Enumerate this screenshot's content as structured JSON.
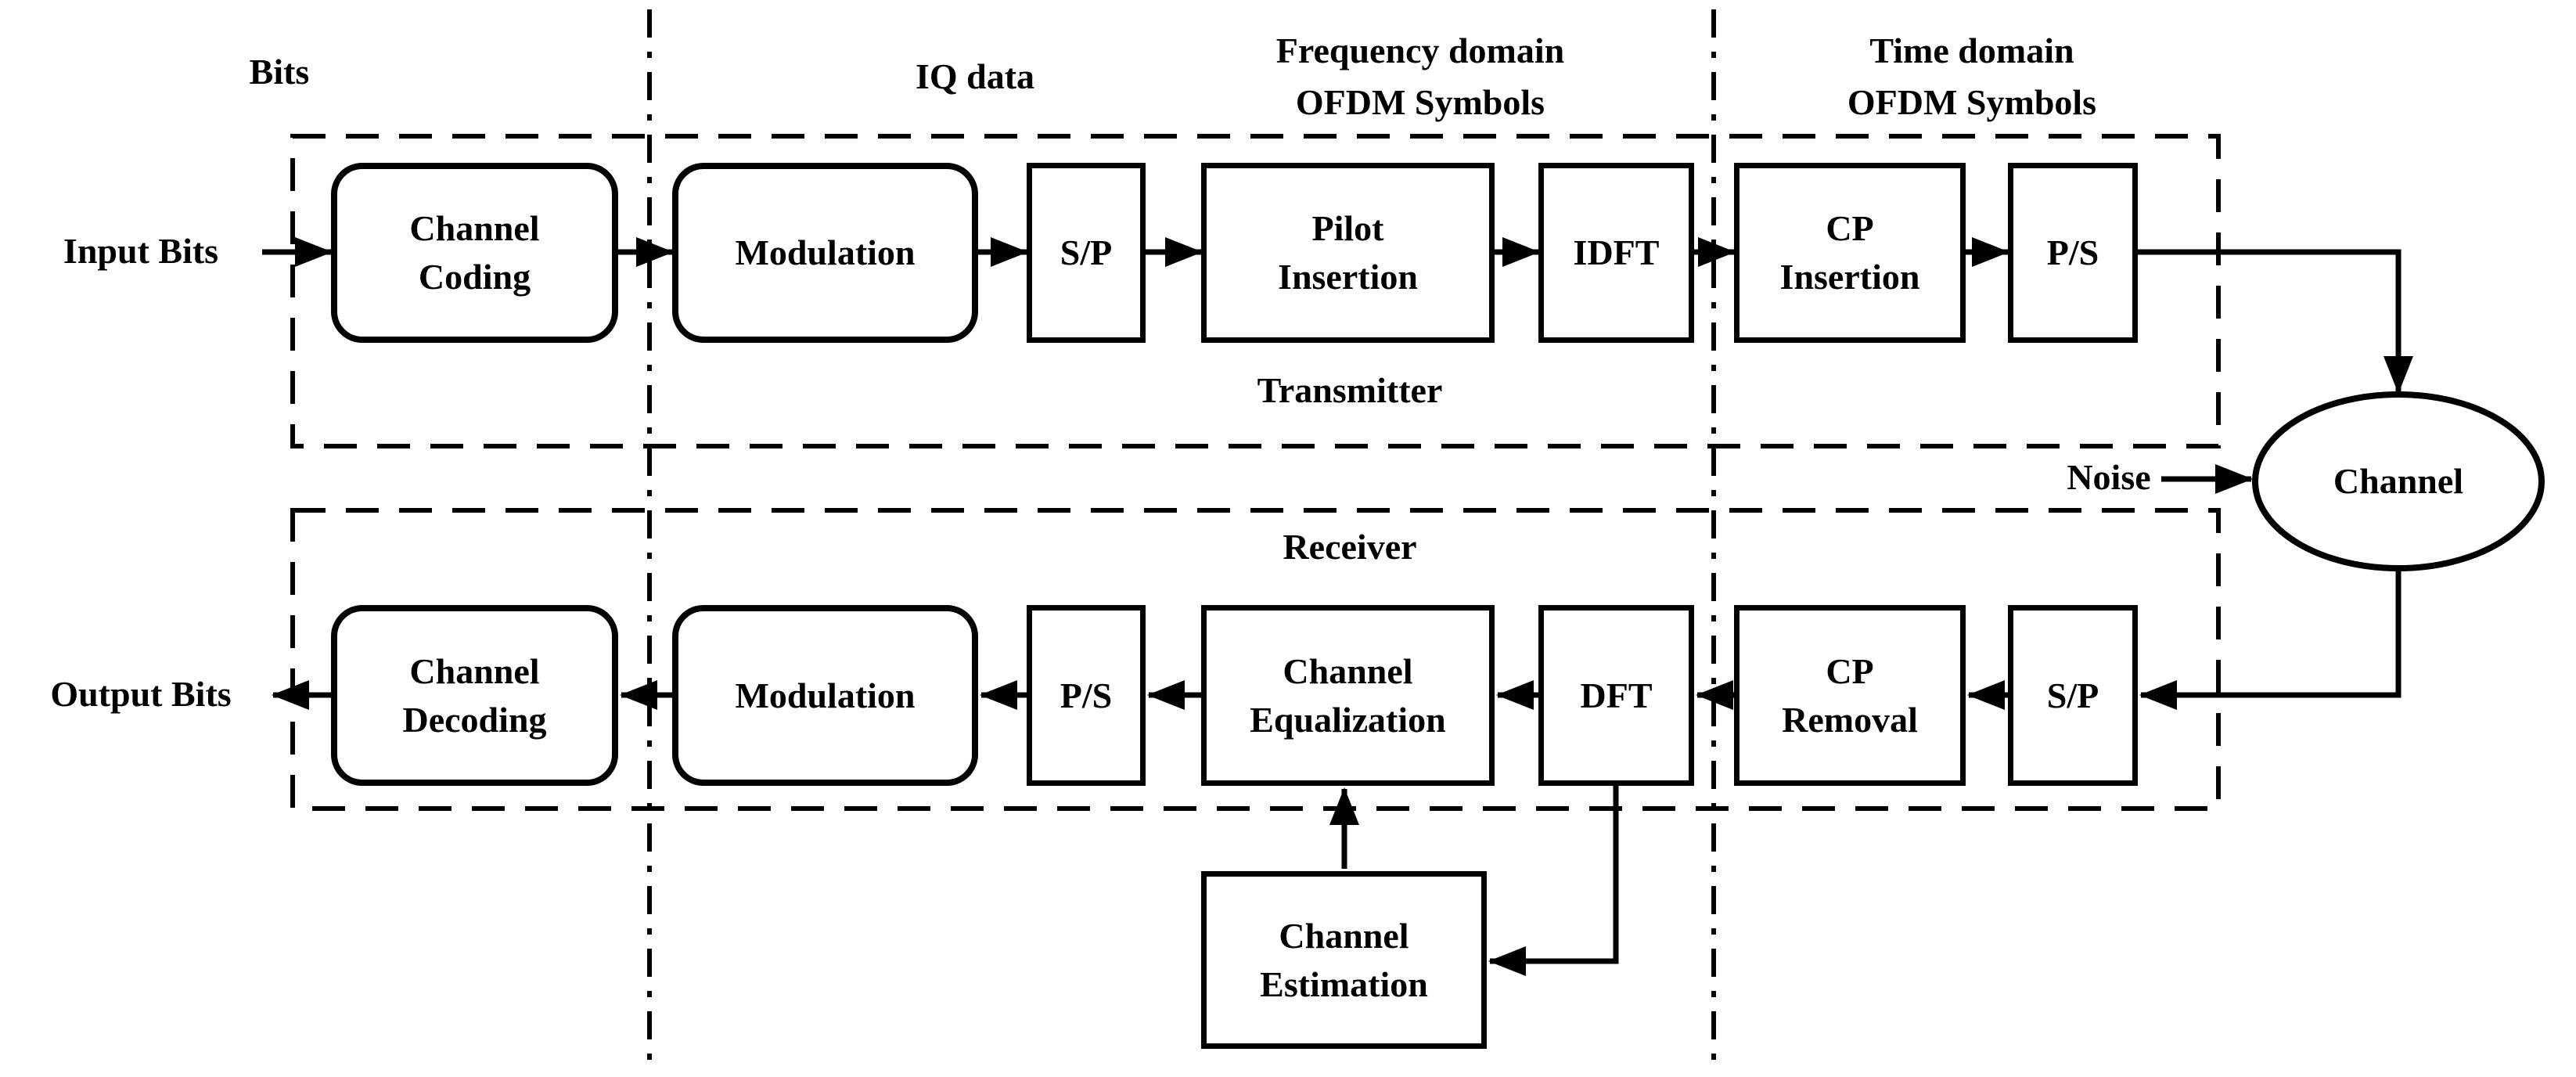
{
  "colors": {
    "ink": "#000000",
    "paper": "#ffffff"
  },
  "labels": {
    "bits": "Bits",
    "iq_data": "IQ data",
    "freq_domain": [
      "Frequency domain",
      "OFDM Symbols"
    ],
    "time_domain": [
      "Time domain",
      "OFDM Symbols"
    ],
    "input_bits": "Input Bits",
    "output_bits": "Output Bits",
    "noise": "Noise",
    "transmitter": "Transmitter",
    "receiver": "Receiver",
    "channel": "Channel"
  },
  "transmitter_blocks": [
    {
      "id": "channel-coding",
      "label": [
        "Channel",
        "Coding"
      ],
      "shape": "rounded"
    },
    {
      "id": "modulation",
      "label": [
        "Modulation"
      ],
      "shape": "rounded"
    },
    {
      "id": "serial-to-parallel",
      "label": [
        "S/P"
      ],
      "shape": "rect"
    },
    {
      "id": "pilot-insertion",
      "label": [
        "Pilot",
        "Insertion"
      ],
      "shape": "rect"
    },
    {
      "id": "idft",
      "label": [
        "IDFT"
      ],
      "shape": "rect"
    },
    {
      "id": "cp-insertion",
      "label": [
        "CP",
        "Insertion"
      ],
      "shape": "rect"
    },
    {
      "id": "parallel-to-serial",
      "label": [
        "P/S"
      ],
      "shape": "rect"
    }
  ],
  "receiver_blocks": [
    {
      "id": "channel-decoding",
      "label": [
        "Channel",
        "Decoding"
      ],
      "shape": "rounded"
    },
    {
      "id": "modulation",
      "label": [
        "Modulation"
      ],
      "shape": "rounded"
    },
    {
      "id": "parallel-to-serial",
      "label": [
        "P/S"
      ],
      "shape": "rect"
    },
    {
      "id": "channel-equalization",
      "label": [
        "Channel",
        "Equalization"
      ],
      "shape": "rect"
    },
    {
      "id": "dft",
      "label": [
        "DFT"
      ],
      "shape": "rect"
    },
    {
      "id": "cp-removal",
      "label": [
        "CP",
        "Removal"
      ],
      "shape": "rect"
    },
    {
      "id": "serial-to-parallel",
      "label": [
        "S/P"
      ],
      "shape": "rect"
    }
  ],
  "estimation_block": {
    "label": [
      "Channel",
      "Estimation"
    ]
  }
}
